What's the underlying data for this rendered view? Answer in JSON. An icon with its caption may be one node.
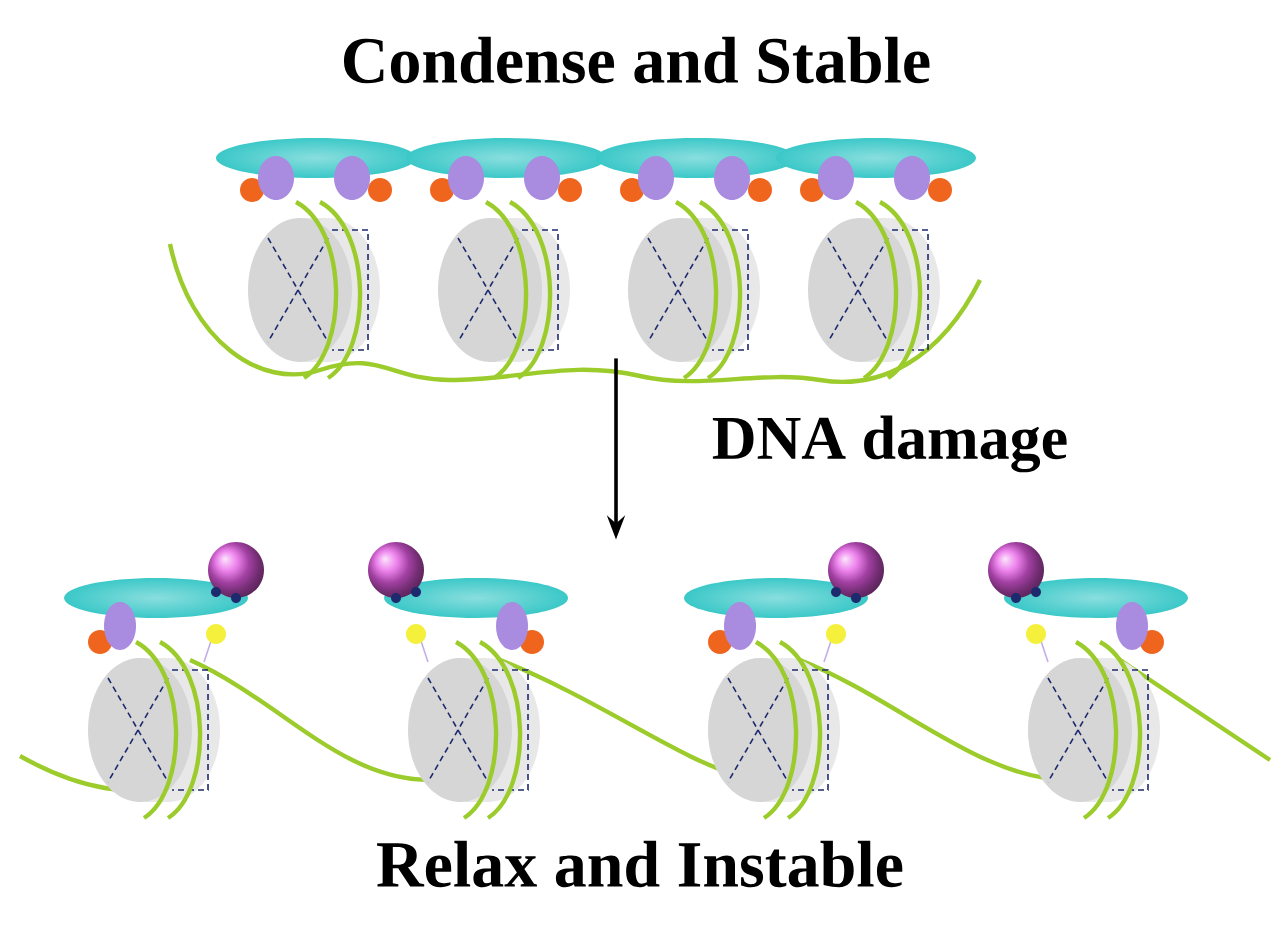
{
  "diagram": {
    "title": "Condense and Stable",
    "nodes": [
      {
        "text": [],
        "shape": "picture"
      },
      {
        "text": [],
        "shape": "picture"
      }
    ],
    "edges": [
      {
        "from": 0,
        "to": 1,
        "arrow": "to",
        "label": "DNA damage"
      }
    ],
    "labels": [
      "Relax and Instable"
    ]
  }
}
